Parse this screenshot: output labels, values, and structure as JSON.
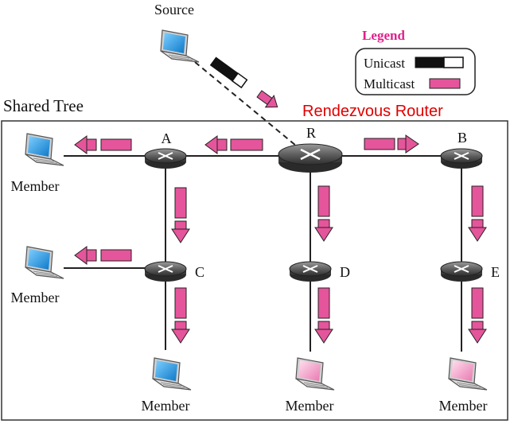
{
  "title": "Shared Tree",
  "source_label": "Source",
  "rendezvous_label": "Rendezvous Router",
  "legend": {
    "title": "Legend",
    "unicast_label": "Unicast",
    "multicast_label": "Multicast"
  },
  "routers": {
    "R": "R",
    "A": "A",
    "B": "B",
    "C": "C",
    "D": "D",
    "E": "E"
  },
  "member_label": "Member",
  "colors": {
    "multicast": "#e5559b",
    "legend_title": "#e0208a",
    "rendezvous_text": "#e00000",
    "screen_blue": "#1fa0e6",
    "screen_pink": "#f0a0c8"
  }
}
